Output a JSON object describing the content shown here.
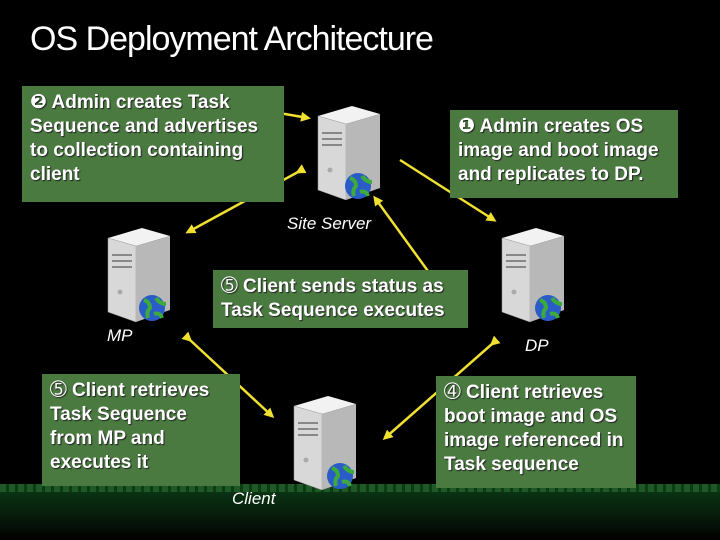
{
  "title": "OS Deployment Architecture",
  "steps": {
    "step1": {
      "num": "❶",
      "text": "Admin creates OS image and boot image and replicates to DP."
    },
    "step2": {
      "num": "❷",
      "text": "Admin creates Task Sequence and advertises to collection containing client"
    },
    "step3": {
      "num": "➄",
      "text": "Client retrieves Task Sequence from MP and executes it"
    },
    "step4": {
      "num": "➃",
      "text": "Client retrieves boot image and OS image referenced in Task sequence"
    },
    "step5": {
      "num": "➄",
      "text": "Client sends status as Task Sequence executes"
    }
  },
  "nodes": {
    "site_server": "Site Server",
    "mp": "MP",
    "dp": "DP",
    "client": "Client"
  },
  "colors": {
    "box": "#4a7a40",
    "arrow": "#f0e030",
    "background": "#000000"
  },
  "icons": [
    "server-icon",
    "globe-icon"
  ]
}
